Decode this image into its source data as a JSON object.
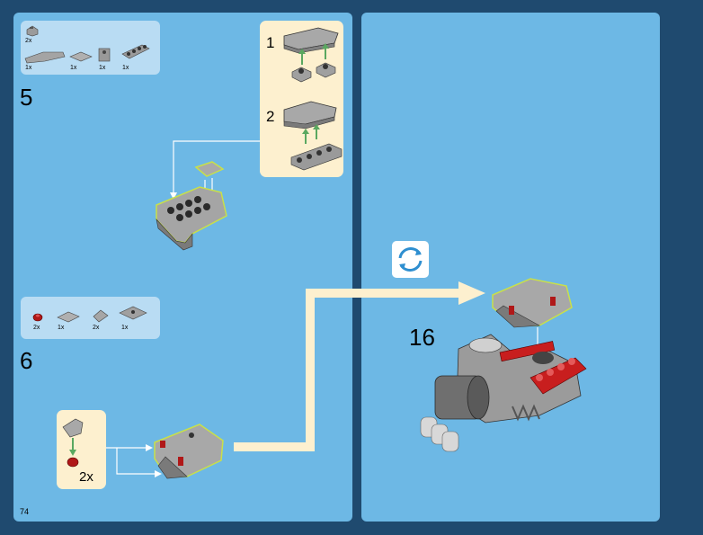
{
  "page_number": "74",
  "steps": [
    {
      "number": "5",
      "parts": [
        {
          "qty": "2x",
          "name": "slope-brick-part-icon"
        },
        {
          "qty": "1x",
          "name": "curved-slope-part-icon"
        },
        {
          "qty": "1x",
          "name": "tile-part-icon"
        },
        {
          "qty": "1x",
          "name": "bracket-part-icon"
        },
        {
          "qty": "1x",
          "name": "plate-1x4-part-icon"
        }
      ],
      "substeps": [
        "1",
        "2"
      ]
    },
    {
      "number": "6",
      "parts": [
        {
          "qty": "2x",
          "name": "red-round-plate-part-icon"
        },
        {
          "qty": "1x",
          "name": "tile-part-icon"
        },
        {
          "qty": "2x",
          "name": "wedge-part-icon"
        },
        {
          "qty": "1x",
          "name": "plate-2x2-part-icon"
        }
      ],
      "callout_qty": "2x"
    },
    {
      "number": "16",
      "rotate_icon": "rotate-icon"
    }
  ],
  "colors": {
    "background": "#1f4a6f",
    "page": "#6db8e5",
    "parts_box": "#b9dcf3",
    "callout": "#fdf0cf",
    "arrow": "#5aa860",
    "brick_red": "#c81e1e"
  }
}
